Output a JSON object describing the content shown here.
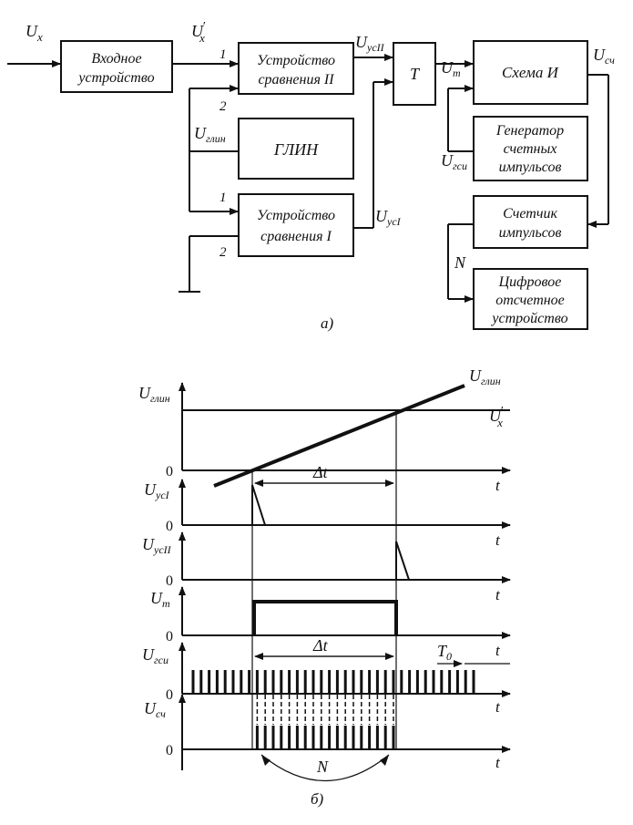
{
  "blocks": {
    "input_device": [
      "Входное",
      "устройство"
    ],
    "comparator_2": [
      "Устройство",
      "сравнения II"
    ],
    "glin": [
      "ГЛИН"
    ],
    "comparator_1": [
      "Устройство",
      "сравнения I"
    ],
    "trigger": [
      "T"
    ],
    "and_gate": [
      "Схема И"
    ],
    "generator": [
      "Генератор",
      "счетных",
      "импульсов"
    ],
    "counter": [
      "Счетчик",
      "импульсов"
    ],
    "display": [
      "Цифровое",
      "отсчетное",
      "устройство"
    ]
  },
  "signals": {
    "ux": "U",
    "ux_sub": "x",
    "uxp": "U",
    "uxp_sub": "x",
    "uxp_prime": "′",
    "uglin": "U",
    "uglin_sub": "глин",
    "uus2": "U",
    "uus2_sub": "усII",
    "uus1": "U",
    "uus1_sub": "усI",
    "ut": "U",
    "ut_sub": "т",
    "usch": "U",
    "usch_sub": "сч",
    "ugsi": "U",
    "ugsi_sub": "гси",
    "n": "N"
  },
  "ports": {
    "p1": "1",
    "p2": "2"
  },
  "captions": {
    "a": "а)",
    "b": "б)"
  },
  "timing": {
    "axis_t": "t",
    "zero": "0",
    "delta_t": "Δt",
    "t0": "T",
    "t0_sub": "0",
    "n_label": "N",
    "traces": [
      {
        "label": "U",
        "sub": "глин"
      },
      {
        "label": "U",
        "sub": "усI"
      },
      {
        "label": "U",
        "sub": "усII"
      },
      {
        "label": "U",
        "sub": "т"
      },
      {
        "label": "U",
        "sub": "гси"
      },
      {
        "label": "U",
        "sub": "сч"
      }
    ],
    "ramp_label": "U",
    "ramp_label_sub": "глин",
    "level_label": "U",
    "level_label_sub": "x",
    "level_label_prime": "′"
  }
}
